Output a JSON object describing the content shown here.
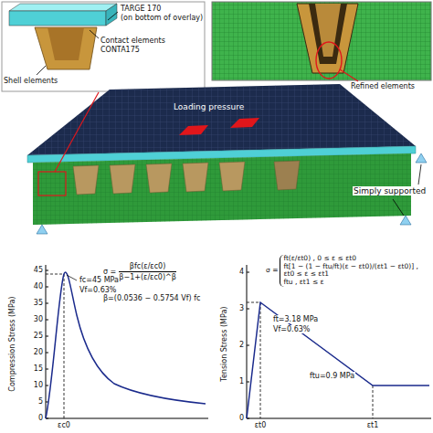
{
  "diagram": {
    "labels": [
      "TARGE 170",
      "(on bottom of overlay)",
      "Contact elements",
      "CONTA175",
      "Shell elements",
      "Refined elements",
      "Loading pressure",
      "Simply supported",
      "Compression Stress (MPa)",
      "45",
      "40",
      "35",
      "30",
      "25",
      "20",
      "15",
      "10",
      "5",
      "0",
      "fc=45 MPa",
      "Vf=0.63%",
      "σ =",
      "βfc(ε/εc0)",
      "β−1+(ε/εc0)^β",
      "β=(0.0536 − 0.5754 Vf) fc",
      "εc0",
      "Tension Stress (MPa)",
      "4",
      "3",
      "2",
      "1",
      "0",
      "ft=3.18 MPa",
      "Vf=0.63%",
      "σ =",
      "ft(ε/εt0) , 0 ≤ ε ≤ εt0",
      "ft[1 − (1 − ftu/ft)(ε − εt0)/(εt1 − εt0)] , εt0 ≤ ε ≤ εt1",
      "ftu , εt1 ≤ ε",
      "ftu=0.9 MPa",
      "εt0",
      "εt1"
    ]
  }
}
